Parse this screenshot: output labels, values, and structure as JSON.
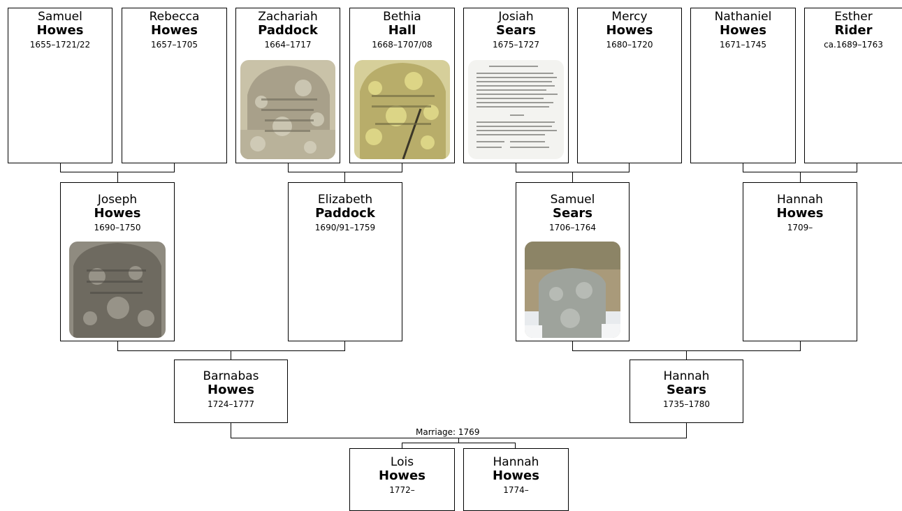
{
  "generation_1": [
    {
      "given": "Samuel",
      "surname": "Howes",
      "dates": "1655–1721/22"
    },
    {
      "given": "Rebecca",
      "surname": "Howes",
      "dates": "1657–1705"
    },
    {
      "given": "Zachariah",
      "surname": "Paddock",
      "dates": "1664–1717",
      "photo": "gravestone"
    },
    {
      "given": "Bethia",
      "surname": "Hall",
      "dates": "1668–1707/08",
      "photo": "gravestone-lichen"
    },
    {
      "given": "Josiah",
      "surname": "Sears",
      "dates": "1675–1727",
      "photo": "document"
    },
    {
      "given": "Mercy",
      "surname": "Howes",
      "dates": "1680–1720"
    },
    {
      "given": "Nathaniel",
      "surname": "Howes",
      "dates": "1671–1745"
    },
    {
      "given": "Esther",
      "surname": "Rider",
      "dates": "ca.1689–1763"
    }
  ],
  "generation_2": [
    {
      "given": "Joseph",
      "surname": "Howes",
      "dates": "1690–1750",
      "photo": "gravestone-dark"
    },
    {
      "given": "Elizabeth",
      "surname": "Paddock",
      "dates": "1690/91–1759"
    },
    {
      "given": "Samuel",
      "surname": "Sears",
      "dates": "1706–1764",
      "photo": "gravestone-field"
    },
    {
      "given": "Hannah",
      "surname": "Howes",
      "dates": "1709–"
    }
  ],
  "generation_3": [
    {
      "given": "Barnabas",
      "surname": "Howes",
      "dates": "1724–1777"
    },
    {
      "given": "Hannah",
      "surname": "Sears",
      "dates": "1735–1780"
    }
  ],
  "marriage_label": "Marriage: 1769",
  "children": [
    {
      "given": "Lois",
      "surname": "Howes",
      "dates": "1772–"
    },
    {
      "given": "Hannah",
      "surname": "Howes",
      "dates": "1774–"
    }
  ]
}
